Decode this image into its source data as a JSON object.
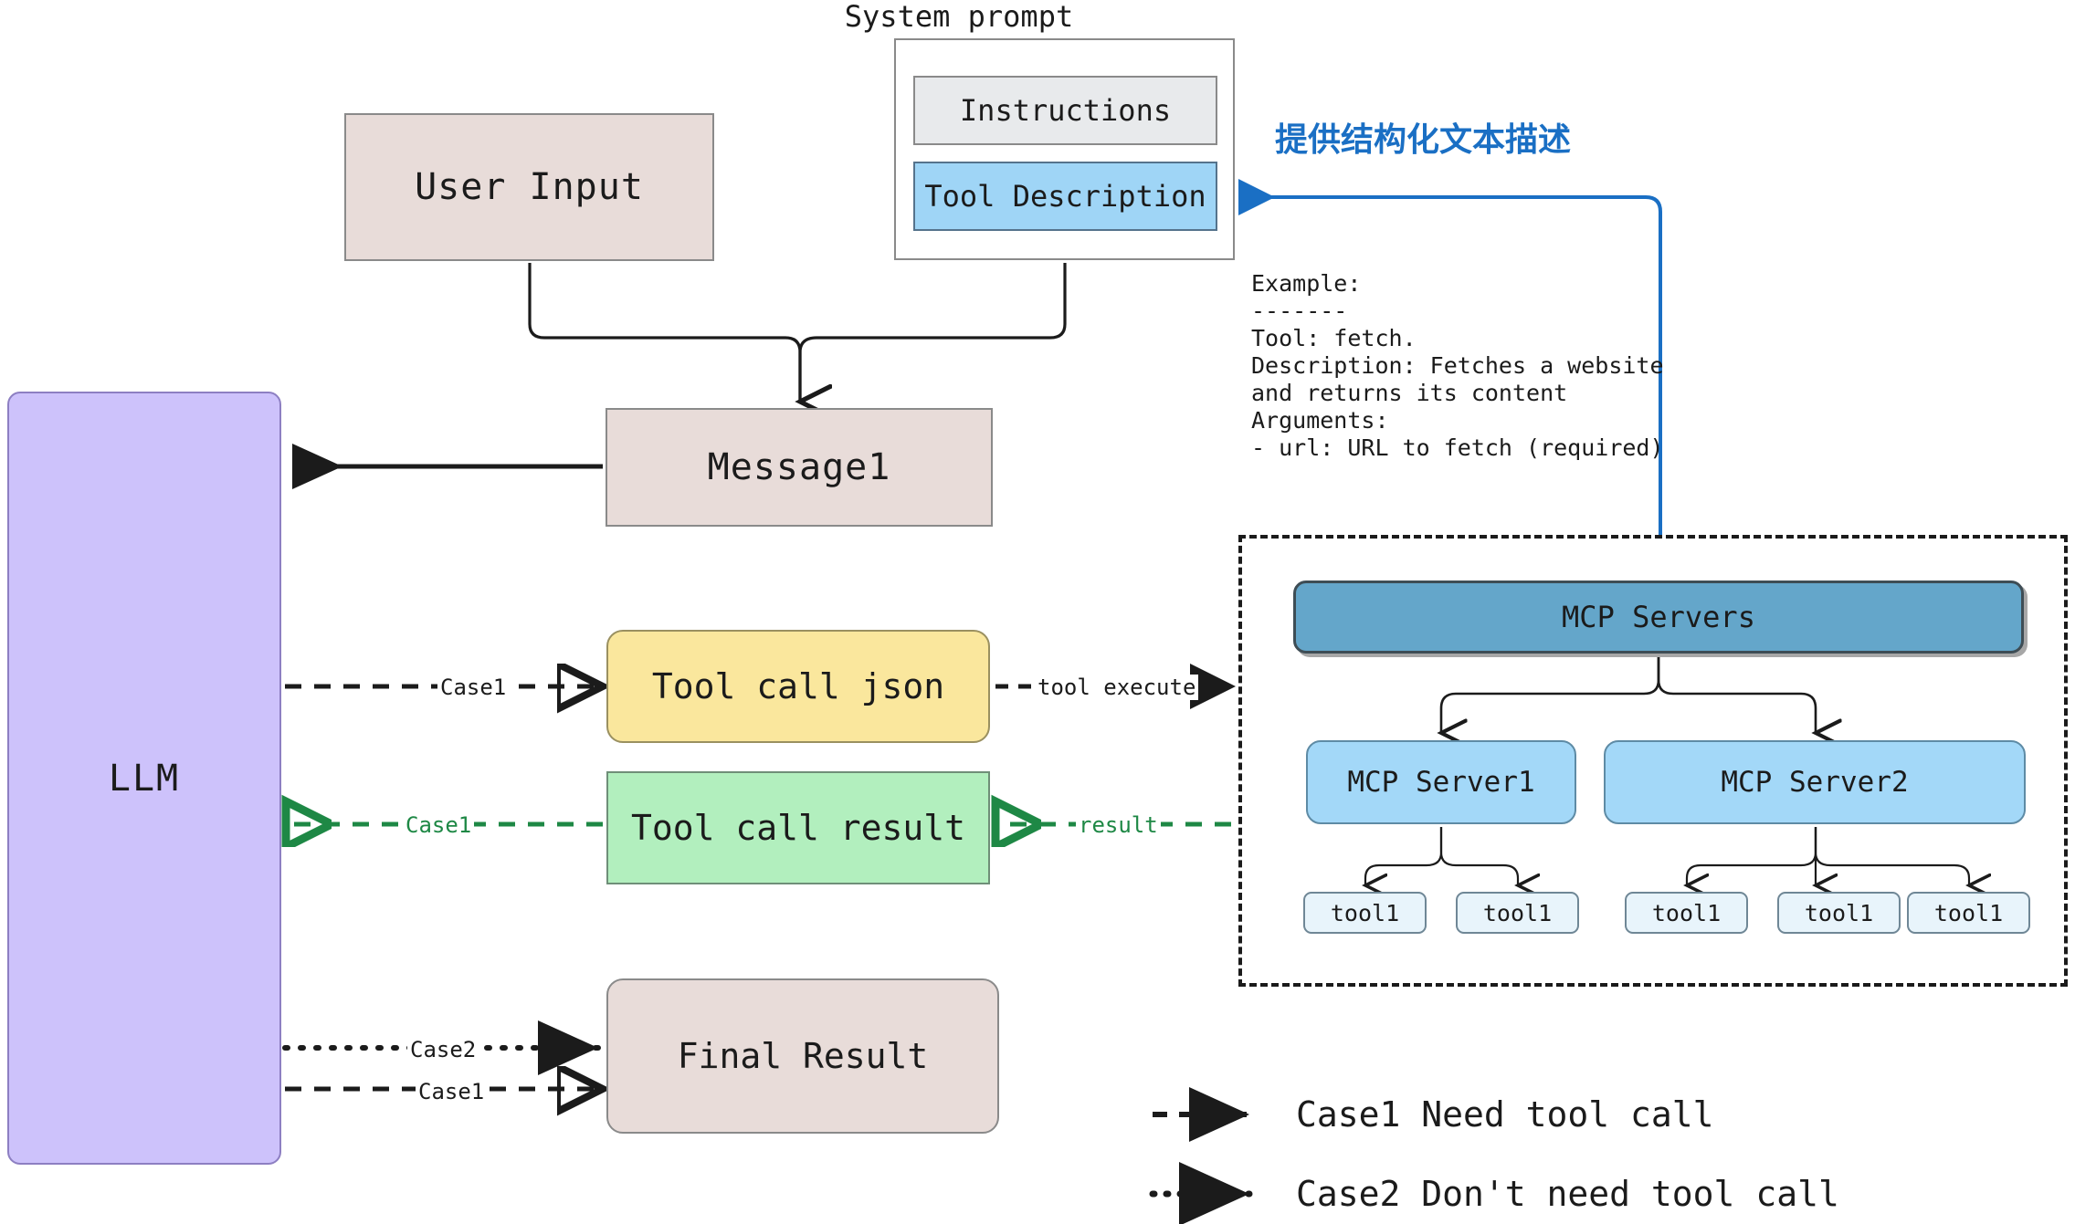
{
  "diagram": {
    "title": "LLM tool-calling with MCP servers flow",
    "colors": {
      "pink_box": "#e8dcd9",
      "purple_llm": "#cdc2fb",
      "yellow_toolcall": "#fae79d",
      "green_result": "#b2efbe",
      "light_blue": "#a3d8f8",
      "dark_blue": "#64a6ca",
      "tool_blue": "#e8f4fb",
      "instruction_grey": "#e8eaec",
      "annotation_blue": "#1a6fc4",
      "result_green": "#1e8845"
    }
  },
  "nodes": {
    "user_input": "User Input",
    "message1": "Message1",
    "system_prompt_label": "System prompt",
    "instructions": "Instructions",
    "tool_description": "Tool Description",
    "llm": "LLM",
    "tool_call_json": "Tool call json",
    "tool_call_result": "Tool call result",
    "final_result": "Final Result",
    "mcp_servers": "MCP Servers",
    "mcp_server1": "MCP Server1",
    "mcp_server2": "MCP Server2",
    "tools": [
      "tool1",
      "tool1",
      "tool1",
      "tool1",
      "tool1"
    ]
  },
  "annotations": {
    "structured_text_note": "提供结构化文本描述",
    "example_block": "Example:\n-------\nTool: fetch.\nDescription: Fetches a website\nand returns its content\nArguments:\n- url: URL to fetch (required)"
  },
  "edge_labels": {
    "case1_to_toolcall": "Case1",
    "tool_execute": "tool execute",
    "case1_from_result": "Case1",
    "result": "result",
    "case2_to_final": "Case2",
    "case1_to_final": "Case1"
  },
  "legend": [
    {
      "style": "dashed",
      "label": "Case1 Need tool call"
    },
    {
      "style": "dotted",
      "label": "Case2 Don't need tool call"
    }
  ]
}
